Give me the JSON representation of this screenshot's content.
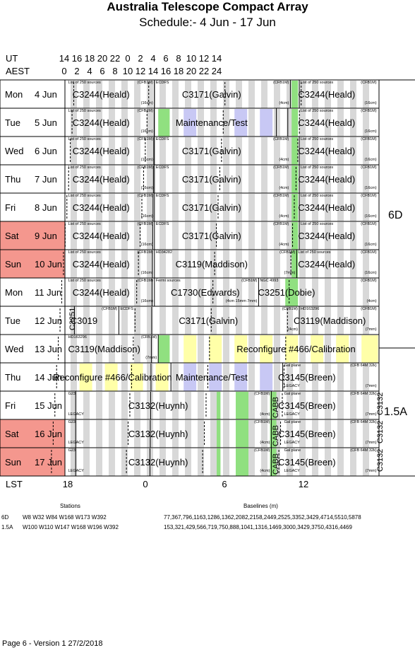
{
  "title": "Australia Telescope Compact Array",
  "subtitle": "Schedule:- 4  Jun - 17 Jun",
  "axes": {
    "ut_label": "UT",
    "aest_label": "AEST",
    "lst_label": "LST",
    "ut_ticks": [
      "14",
      "16",
      "18",
      "20",
      "22",
      "0",
      "2",
      "4",
      "6",
      "8",
      "10",
      "12",
      "14"
    ],
    "aest_ticks": [
      "0",
      "2",
      "4",
      "6",
      "8",
      "10",
      "12",
      "14",
      "16",
      "18",
      "20",
      "22",
      "24"
    ],
    "lst_ticks": [
      "18",
      "0",
      "6",
      "12"
    ]
  },
  "days": [
    {
      "dow": "Mon",
      "date": "4  Jun",
      "weekend": false
    },
    {
      "dow": "Tue",
      "date": "5  Jun",
      "weekend": false
    },
    {
      "dow": "Wed",
      "date": "6  Jun",
      "weekend": false
    },
    {
      "dow": "Thu",
      "date": "7  Jun",
      "weekend": false
    },
    {
      "dow": "Fri",
      "date": "8  Jun",
      "weekend": false
    },
    {
      "dow": "Sat",
      "date": "9  Jun",
      "weekend": true
    },
    {
      "dow": "Sun",
      "date": "10 Jun",
      "weekend": true
    },
    {
      "dow": "Mon",
      "date": "11 Jun",
      "weekend": false
    },
    {
      "dow": "Tue",
      "date": "12 Jun",
      "weekend": false
    },
    {
      "dow": "Wed",
      "date": "13 Jun",
      "weekend": false
    },
    {
      "dow": "Thu",
      "date": "14 Jun",
      "weekend": false
    },
    {
      "dow": "Fri",
      "date": "15 Jun",
      "weekend": false
    },
    {
      "dow": "Sat",
      "date": "16 Jun",
      "weekend": true
    },
    {
      "dow": "Sun",
      "date": "17 Jun",
      "weekend": true
    }
  ],
  "projects": [
    {
      "row": 0,
      "label": "C3244(Heald)",
      "notes": [
        "List of 250 sources",
        "(CFB1M)",
        "(16cm)"
      ]
    },
    {
      "row": 0,
      "label": "C3171(Galvin)",
      "notes": [
        "ECDFS",
        "(CFB1M)",
        "(4cm)"
      ]
    },
    {
      "row": 0,
      "label": "C3244(Heald)",
      "notes": [
        "List of 250 sources",
        "(CFB1M)",
        "(16cm)"
      ]
    },
    {
      "row": 1,
      "label": "C3244(Heald)",
      "notes": [
        "List of 250 sources",
        "(CFB1M)",
        "(16cm)"
      ]
    },
    {
      "row": 1,
      "label": "Maintenance/Test",
      "notes": []
    },
    {
      "row": 1,
      "label": "C3244(Heald)",
      "notes": [
        "List of 250 sources",
        "(CFB1M)",
        "(16cm)"
      ]
    },
    {
      "row": 2,
      "label": "C3244(Heald)",
      "notes": [
        "List of 250 sources",
        "(CFB1M)",
        "(16cm)"
      ]
    },
    {
      "row": 2,
      "label": "C3171(Galvin)",
      "notes": [
        "ECDFS",
        "(CFB1M)",
        "(4cm)"
      ]
    },
    {
      "row": 2,
      "label": "C3244(Heald)",
      "notes": [
        "List of 250 sources",
        "(CFB1M)",
        "(16cm)"
      ]
    },
    {
      "row": 3,
      "label": "C3244(Heald)",
      "notes": [
        "List of 250 sources",
        "(CFB1M)",
        "(16cm)"
      ]
    },
    {
      "row": 3,
      "label": "C3171(Galvin)",
      "notes": [
        "ECDFS",
        "(CFB1M)",
        "(4cm)"
      ]
    },
    {
      "row": 3,
      "label": "C3244(Heald)",
      "notes": [
        "List of 250 sources",
        "(CFB1M)",
        "(16cm)"
      ]
    },
    {
      "row": 4,
      "label": "C3244(Heald)",
      "notes": [
        "List of 250 sources",
        "(CFB1M)",
        "(16cm)"
      ]
    },
    {
      "row": 4,
      "label": "C3171(Galvin)",
      "notes": [
        "ECDFS",
        "(CFB1M)",
        "(4cm)"
      ]
    },
    {
      "row": 4,
      "label": "C3244(Heald)",
      "notes": [
        "List of 250 sources",
        "(CFB1M)",
        "(16cm)"
      ]
    },
    {
      "row": 5,
      "label": "C3244(Heald)",
      "notes": [
        "List of 250 sources",
        "(CFB1M)",
        "(16cm)"
      ]
    },
    {
      "row": 5,
      "label": "C3171(Galvin)",
      "notes": [
        "ECDFS",
        "(CFB1M)",
        "(4cm)"
      ]
    },
    {
      "row": 5,
      "label": "C3244(Heald)",
      "notes": [
        "List of 250 sources",
        "(CFB1M)",
        "(16cm)"
      ]
    },
    {
      "row": 6,
      "label": "C3244(Heald)",
      "notes": [
        "List of 250 sources",
        "(CFB1M)",
        "(16cm)"
      ]
    },
    {
      "row": 6,
      "label": "C3119(Maddison)",
      "notes": [
        "HD34282",
        "(CFB1M)",
        "(7mm)"
      ]
    },
    {
      "row": 6,
      "label": "C3244(Heald)",
      "notes": [
        "List of 250 sources",
        "(CFB1M)",
        "(16cm)"
      ]
    },
    {
      "row": 7,
      "label": "C3244(Heald)",
      "notes": [
        "List of 250 sources",
        "(CFB1M)",
        "(16cm)"
      ]
    },
    {
      "row": 7,
      "label": "C1730(Edwards)",
      "notes": [
        "Fermi sources",
        "(CFB1M)",
        "(4cm 15mm 7mm)"
      ]
    },
    {
      "row": 7,
      "label": "C3251(Dobie)",
      "notes": [
        "NGC 4993",
        "(CFB1M)",
        "(4cm)"
      ]
    },
    {
      "row": 8,
      "label": "C3019",
      "notes": [
        "(CFB1M)"
      ]
    },
    {
      "row": 8,
      "label": "C3171(Galvin)",
      "notes": [
        "ECDFS",
        "(CFB1M)",
        "(4cm)"
      ]
    },
    {
      "row": 8,
      "label": "C3119(Maddison)",
      "notes": [
        "HD163296",
        "(CFB1M)",
        "(7mm)"
      ]
    },
    {
      "row": 9,
      "label": "C3119(Maddison)",
      "notes": [
        "HD163296",
        "(CFB1M)",
        "(7mm)"
      ]
    },
    {
      "row": 9,
      "label": "Reconfigure #466/Calibration",
      "notes": []
    },
    {
      "row": 10,
      "label": "Reconfigure #466/Calibration",
      "notes": []
    },
    {
      "row": 10,
      "label": "Maintenance/Test",
      "notes": []
    },
    {
      "row": 10,
      "label": "C3145(Breen)",
      "notes": [
        "Gal plane",
        "(CFB 64M 32k)",
        "LEGACY",
        "(7mm)"
      ]
    },
    {
      "row": 11,
      "label": "C3132(Huynh)",
      "notes": [
        "G23",
        "LEGACY",
        "(CFB1M)",
        "(4cm)"
      ]
    },
    {
      "row": 11,
      "label": "C3145(Breen)",
      "notes": [
        "Gal plane",
        "(CFB 64M 32k)",
        "LEGACY",
        "(7mm)"
      ]
    },
    {
      "row": 12,
      "label": "C3132(Huynh)",
      "notes": [
        "G23",
        "LEGACY",
        "(CFB1M)",
        "(4cm)"
      ]
    },
    {
      "row": 12,
      "label": "C3145(Breen)",
      "notes": [
        "Gal plane",
        "(CFB 64M 32k)",
        "LEGACY",
        "(7mm)"
      ]
    },
    {
      "row": 13,
      "label": "C3132(Huynh)",
      "notes": [
        "G23",
        "LEGACY",
        "(CFB1M)",
        "(4cm)"
      ]
    },
    {
      "row": 13,
      "label": "C3145(Breen)",
      "notes": [
        "Gal plane",
        "(CFB 64M 32k)",
        "LEGACY",
        "(7mm)"
      ]
    }
  ],
  "vertical_labels": {
    "c3251": "C3251",
    "cabb": [
      "CABB",
      "CABB",
      "CABB"
    ],
    "c3132": [
      "C3132",
      "C3132",
      "C3132"
    ]
  },
  "configs": [
    {
      "label": "6D"
    },
    {
      "label": "1.5A"
    }
  ],
  "stations": {
    "stations_header": "Stations",
    "baselines_header": "Baselines (m)",
    "rows": [
      {
        "config": "6D",
        "stations": "W8 W32 W84 W168 W173 W392",
        "baselines": "77,367,796,1163,1286,1362,2082,2158,2449,2525,3352,3429,4714,5510,5878"
      },
      {
        "config": "1.5A",
        "stations": "W100 W110 W147 W168 W196 W392",
        "baselines": "153,321,429,566,719,750,888,1041,1316,1469,3000,3429,3750,4316,4469"
      }
    ]
  },
  "footer": "Page 6 - Version 1  27/2/2018",
  "colors": {
    "weekend": "#f4978e",
    "green": "#90e080",
    "lavender": "#c8c8f4",
    "yellow": "#ffffa8",
    "stripe": "#d8d8d8"
  }
}
